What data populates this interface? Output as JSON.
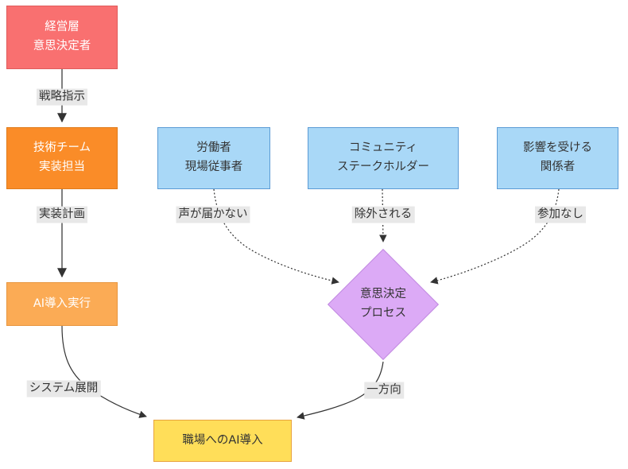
{
  "nodes": {
    "management": {
      "label": "経営層\n意思決定者"
    },
    "tech_team": {
      "label": "技術チーム\n実装担当"
    },
    "ai_execution": {
      "label": "AI導入実行"
    },
    "workers": {
      "label": "労働者\n現場従事者"
    },
    "community": {
      "label": "コミュニティ\nステークホルダー"
    },
    "affected": {
      "label": "影響を受ける\n関係者"
    },
    "decision_process": {
      "label": "意思決定\nプロセス"
    },
    "workplace_ai": {
      "label": "職場へのAI導入"
    }
  },
  "edge_labels": {
    "strategy_directive": "戦略指示",
    "implementation_plan": "実装計画",
    "system_deployment": "システム展開",
    "voice_not_heard": "声が届かない",
    "excluded": "除外される",
    "no_participation": "参加なし",
    "one_way": "一方向"
  },
  "colors": {
    "management_fill": "#f97070",
    "management_border": "#e05b5b",
    "tech_fill": "#fa8c28",
    "tech_border": "#e07b1a",
    "ai_exec_fill": "#fbab55",
    "ai_exec_border": "#e8963f",
    "stakeholder_fill": "#a9d8f7",
    "stakeholder_border": "#5b9bd5",
    "decision_fill": "#dcaaf6",
    "decision_border": "#c089e0",
    "workplace_fill": "#ffde59",
    "workplace_border": "#e8a33d",
    "edge_stroke": "#333333",
    "edge_label_bg": "#e8e8e8",
    "text_dark": "#333333",
    "text_light": "#ffffff"
  }
}
